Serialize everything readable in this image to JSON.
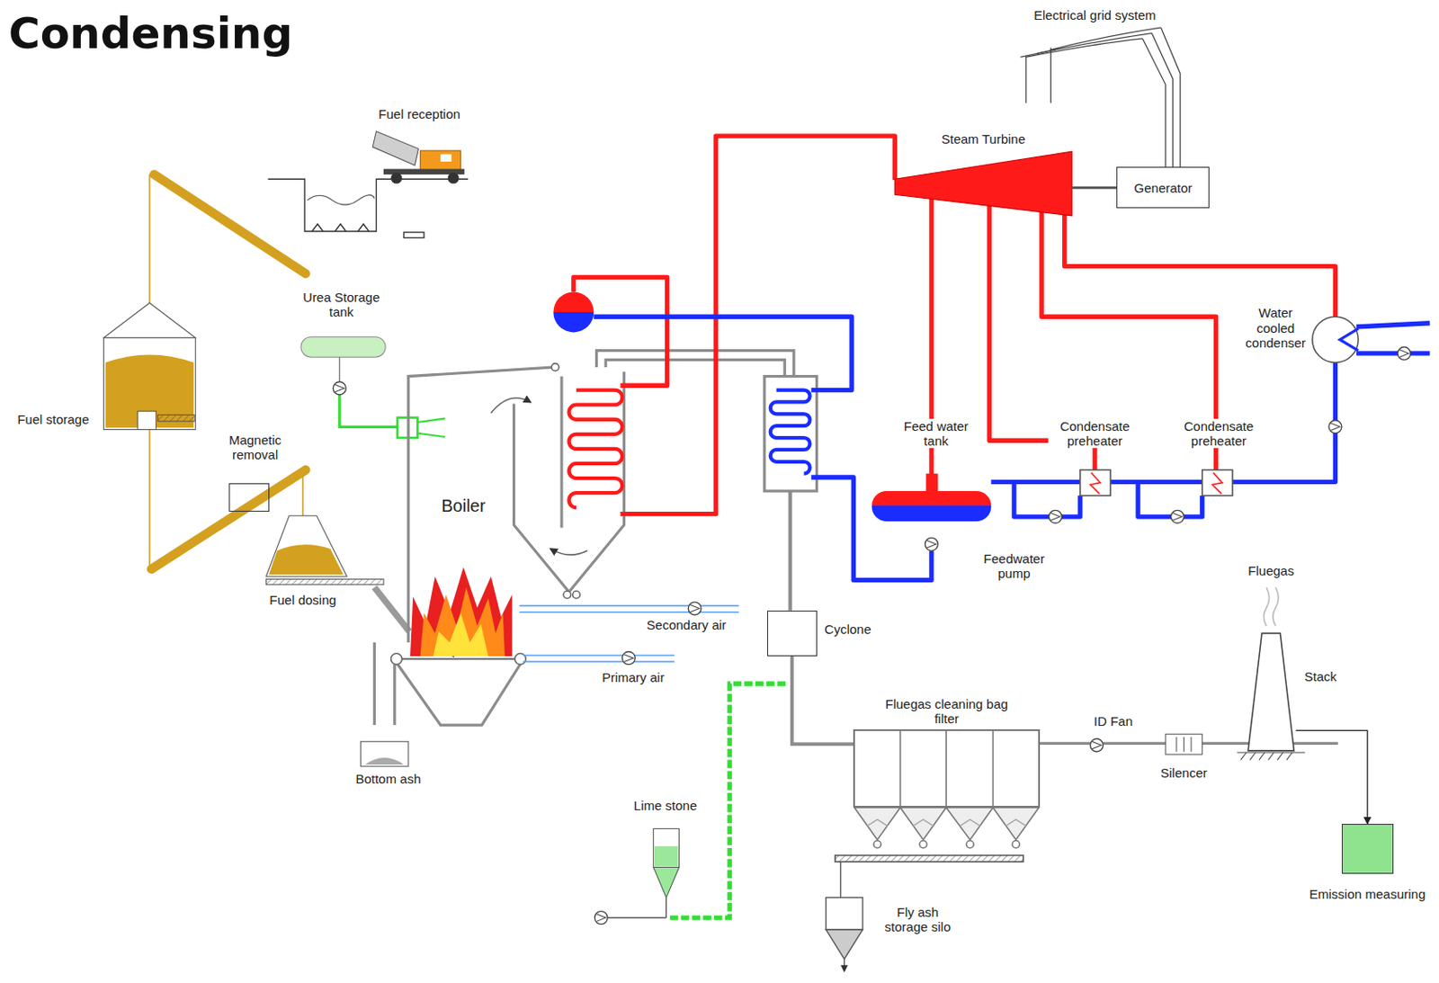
{
  "diagram": {
    "title": "Condensing",
    "nodes": [
      {
        "text": [
          "Steam Turbine"
        ]
      },
      {
        "text": [
          "Generator"
        ]
      },
      {
        "text": [
          "Cyclone"
        ]
      },
      {
        "text": [
          "Fluegas cleaning bag filter"
        ]
      },
      {
        "text": [
          "Stack"
        ]
      },
      {
        "text": [
          "Emission measuring"
        ]
      }
    ],
    "edges": [
      {
        "from": 0,
        "to": 1,
        "arrow": "none"
      },
      {
        "from": 2,
        "to": 3,
        "arrow": "none"
      },
      {
        "from": 4,
        "to": 5,
        "arrow": "to"
      }
    ],
    "labels": [
      "Electrical grid system",
      "Fuel reception",
      "Urea Storage tank",
      "Water cooled condenser",
      "Fuel storage",
      "Magnetic removal",
      "Boiler",
      "Feed water tank",
      "Condensate preheater",
      "Condensate preheater",
      "Feedwater pump",
      "Fuel dosing",
      "Secondary air",
      "Primary air",
      "Fluegas",
      "ID Fan",
      "Silencer",
      "Bottom ash",
      "Lime stone",
      "Fly ash storage silo"
    ]
  }
}
